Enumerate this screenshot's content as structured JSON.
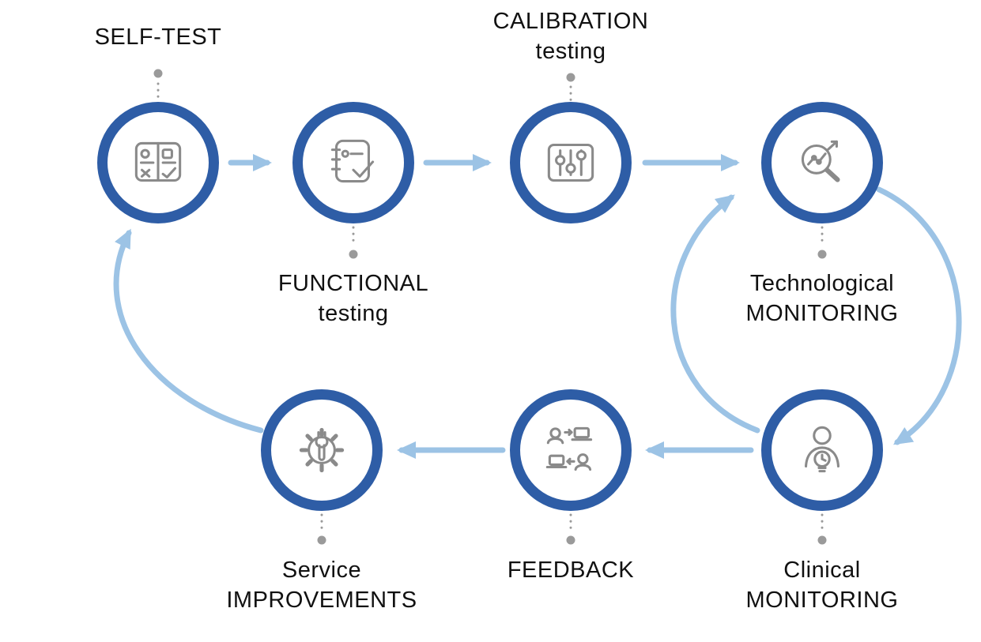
{
  "diagram": {
    "nodes": [
      {
        "id": "self-test",
        "line1": "SELF-TEST",
        "line2": "",
        "icon": "checklist-book-icon"
      },
      {
        "id": "functional-testing",
        "line1": "FUNCTIONAL",
        "line2": "testing",
        "icon": "notebook-check-icon"
      },
      {
        "id": "calibration-testing",
        "line1": "CALIBRATION",
        "line2": "testing",
        "icon": "sliders-icon"
      },
      {
        "id": "technological-monitoring",
        "line1": "Technological",
        "line2": "MONITORING",
        "icon": "magnifier-chart-icon"
      },
      {
        "id": "clinical-monitoring",
        "line1": "Clinical",
        "line2": "MONITORING",
        "icon": "person-lightbulb-icon"
      },
      {
        "id": "feedback",
        "line1": "FEEDBACK",
        "line2": "",
        "icon": "people-laptops-icon"
      },
      {
        "id": "service-improvements",
        "line1": "Service",
        "line2": "IMPROVEMENTS",
        "icon": "gear-wrench-icon"
      }
    ],
    "flows": [
      {
        "from": "self-test",
        "to": "functional-testing"
      },
      {
        "from": "functional-testing",
        "to": "calibration-testing"
      },
      {
        "from": "calibration-testing",
        "to": "technological-monitoring"
      },
      {
        "from": "technological-monitoring",
        "to": "clinical-monitoring"
      },
      {
        "from": "clinical-monitoring",
        "to": "technological-monitoring"
      },
      {
        "from": "clinical-monitoring",
        "to": "feedback"
      },
      {
        "from": "feedback",
        "to": "service-improvements"
      },
      {
        "from": "service-improvements",
        "to": "self-test"
      }
    ],
    "colors": {
      "ring": "#2e5da6",
      "arrow": "#9cc3e5",
      "icon": "#8a8a8a",
      "dot": "#9a9a9a",
      "text": "#111111",
      "background": "#ffffff"
    }
  }
}
